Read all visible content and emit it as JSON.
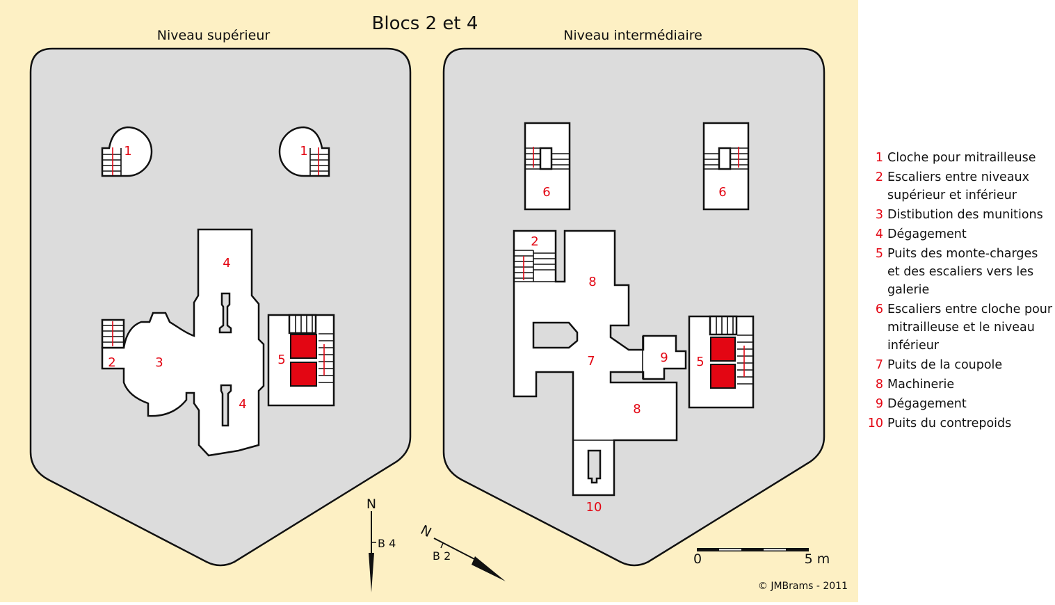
{
  "title": "Blocs 2 et 4",
  "levels": {
    "upper": "Niveau supérieur",
    "middle": "Niveau intermédiaire"
  },
  "room_numbers": [
    "1",
    "2",
    "3",
    "4",
    "5",
    "6",
    "7",
    "8",
    "9",
    "10"
  ],
  "compass": {
    "north_label": "N",
    "block4_label": "B 4",
    "block2_label": "B 2",
    "rotated_north_label": "N"
  },
  "scale_bar": {
    "start": "0",
    "end": "5 m"
  },
  "copyright": "© JMBrams - 2011",
  "legend": [
    {
      "num": "1",
      "text": "Cloche pour mitrailleuse"
    },
    {
      "num": "2",
      "text": "Escaliers entre niveaux supérieur et inférieur"
    },
    {
      "num": "3",
      "text": "Distibution des munitions"
    },
    {
      "num": "4",
      "text": "Dégagement"
    },
    {
      "num": "5",
      "text": "Puits des monte-charges et des escaliers vers les galerie"
    },
    {
      "num": "6",
      "text": "Escaliers entre cloche pour mitrailleuse et le niveau inférieur"
    },
    {
      "num": "7",
      "text": "Puits de la coupole"
    },
    {
      "num": "8",
      "text": "Machinerie"
    },
    {
      "num": "9",
      "text": "Dégagement"
    },
    {
      "num": "10",
      "text": "Puits du contrepoids"
    }
  ],
  "colors": {
    "background": "#fdf0c4",
    "wall": "#dcdcdc",
    "highlight": "#e30613"
  }
}
